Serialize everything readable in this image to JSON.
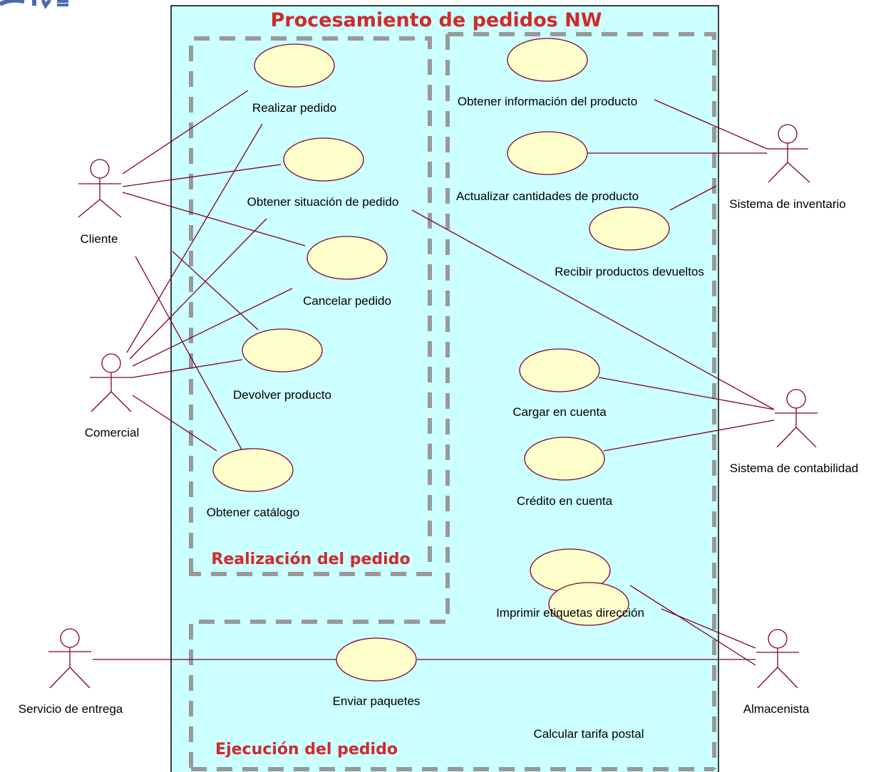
{
  "colors": {
    "system_fill": "#ccffff",
    "usecase_fill": "#ffffcc",
    "line": "#800030",
    "boundary_dash": "#999999",
    "title": "#d02a2a"
  },
  "system": {
    "title": "Procesamiento de pedidos NW"
  },
  "packages": {
    "realizacion": "Realización del pedido",
    "ejecucion": "Ejecución del pedido"
  },
  "actors": {
    "cliente": "Cliente",
    "comercial": "Comercial",
    "servicio_entrega": "Servicio de entrega",
    "sistema_inventario": "Sistema de inventario",
    "sistema_contabilidad": "Sistema de contabilidad",
    "almacenista": "Almacenista"
  },
  "usecases": {
    "realizar_pedido": "Realizar pedido",
    "obtener_situacion": "Obtener situación de pedido",
    "cancelar_pedido": "Cancelar pedido",
    "devolver_producto": "Devolver producto",
    "obtener_catalogo": "Obtener catálogo",
    "obtener_info_producto": "Obtener información del producto",
    "actualizar_cantidades": "Actualizar cantidades de producto",
    "recibir_devueltos": "Recibir productos devueltos",
    "cargar_cuenta": "Cargar en cuenta",
    "credito_cuenta": "Crédito en cuenta",
    "imprimir_etiquetas": "Imprimir etiquetas dirección",
    "enviar_paquetes": "Enviar paquetes",
    "calcular_tarifa": "Calcular tarifa postal"
  }
}
